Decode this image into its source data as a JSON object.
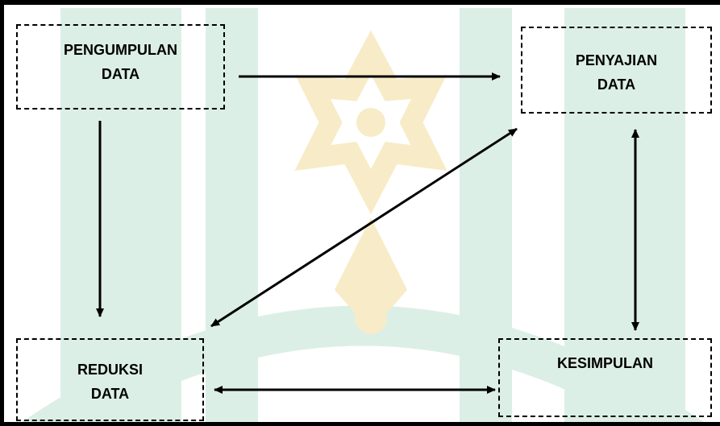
{
  "watermark": {
    "color": "#dcefe6",
    "accent": "#f7ecc7"
  },
  "boxes": {
    "pengumpulan": {
      "line1": "PENGUMPULAN",
      "line2": "DATA"
    },
    "penyajian": {
      "line1": "PENYAJIAN",
      "line2": "DATA"
    },
    "reduksi": {
      "line1": "REDUKSI",
      "line2": "DATA"
    },
    "kesimpulan": {
      "line1": "KESIMPULAN"
    }
  },
  "connections": [
    {
      "from": "pengumpulan",
      "to": "penyajian",
      "direction": "one-way"
    },
    {
      "from": "pengumpulan",
      "to": "reduksi",
      "direction": "one-way"
    },
    {
      "from": "reduksi",
      "to": "penyajian",
      "direction": "two-way"
    },
    {
      "from": "penyajian",
      "to": "kesimpulan",
      "direction": "two-way"
    },
    {
      "from": "reduksi",
      "to": "kesimpulan",
      "direction": "two-way"
    }
  ]
}
